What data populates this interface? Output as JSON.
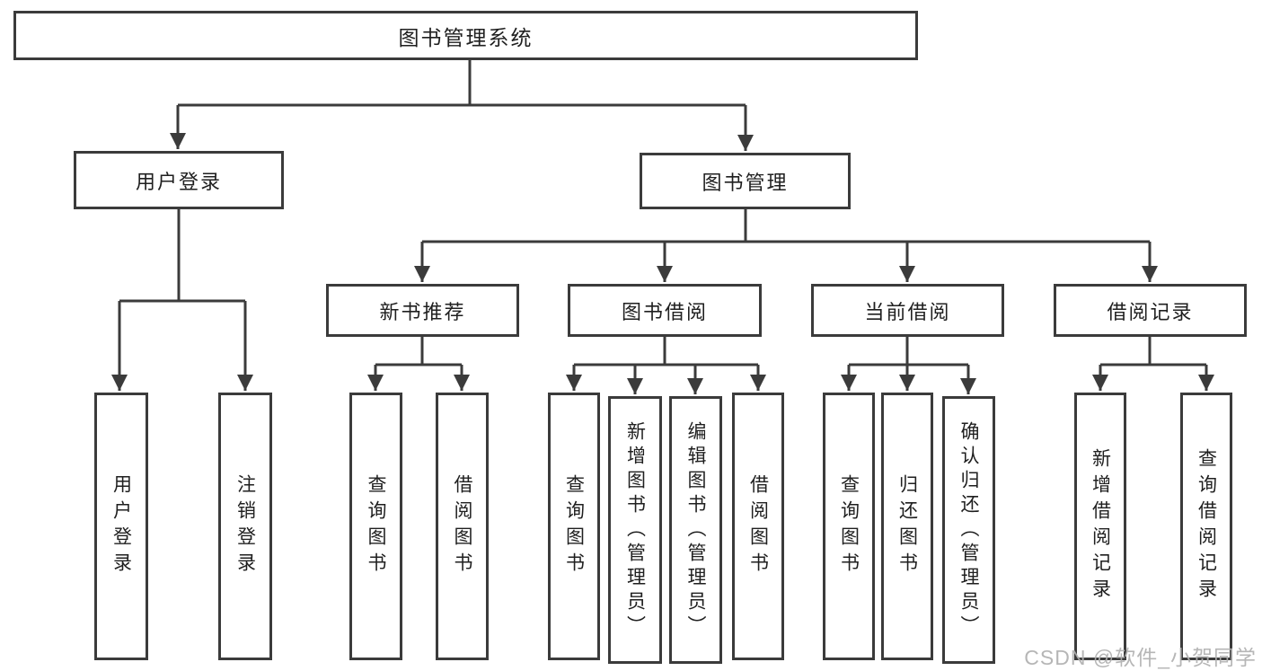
{
  "diagram_type": "functional-structure-tree",
  "colors": {
    "line": "#3b3b3b",
    "box_border": "#3b3b3b",
    "text": "#1f1f1f",
    "background": "#ffffff",
    "watermark": "#b0b0b0"
  },
  "watermark": {
    "text": "CSDN @软件_小贺同学"
  },
  "tree": {
    "label": "图书管理系统",
    "children": [
      {
        "label": "用户登录",
        "children": [
          {
            "label": "用户登录"
          },
          {
            "label": "注销登录"
          }
        ]
      },
      {
        "label": "图书管理",
        "children": [
          {
            "label": "新书推荐",
            "children": [
              {
                "label": "查询图书"
              },
              {
                "label": "借阅图书"
              }
            ]
          },
          {
            "label": "图书借阅",
            "children": [
              {
                "label": "查询图书"
              },
              {
                "label": "新增图书（管理员）"
              },
              {
                "label": "编辑图书（管理员）"
              },
              {
                "label": "借阅图书"
              }
            ]
          },
          {
            "label": "当前借阅",
            "children": [
              {
                "label": "查询图书"
              },
              {
                "label": "归还图书"
              },
              {
                "label": "确认归还（管理员）"
              }
            ]
          },
          {
            "label": "借阅记录",
            "children": [
              {
                "label": "新增借阅记录"
              },
              {
                "label": "查询借阅记录"
              }
            ]
          }
        ]
      }
    ]
  }
}
